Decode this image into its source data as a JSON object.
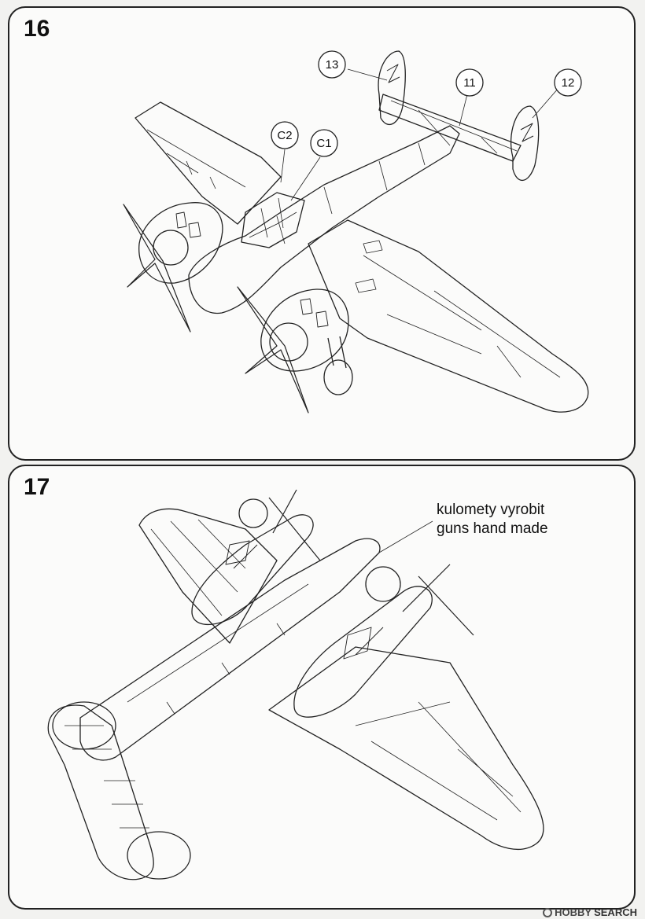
{
  "steps": [
    {
      "number": "16",
      "callouts": [
        "13",
        "11",
        "12",
        "C2",
        "C1"
      ]
    },
    {
      "number": "17",
      "note_lines": [
        "kulomety vyrobit",
        "guns hand made"
      ]
    }
  ],
  "watermark": {
    "brand": "HOBBY",
    "suffix": "SEARCH"
  }
}
